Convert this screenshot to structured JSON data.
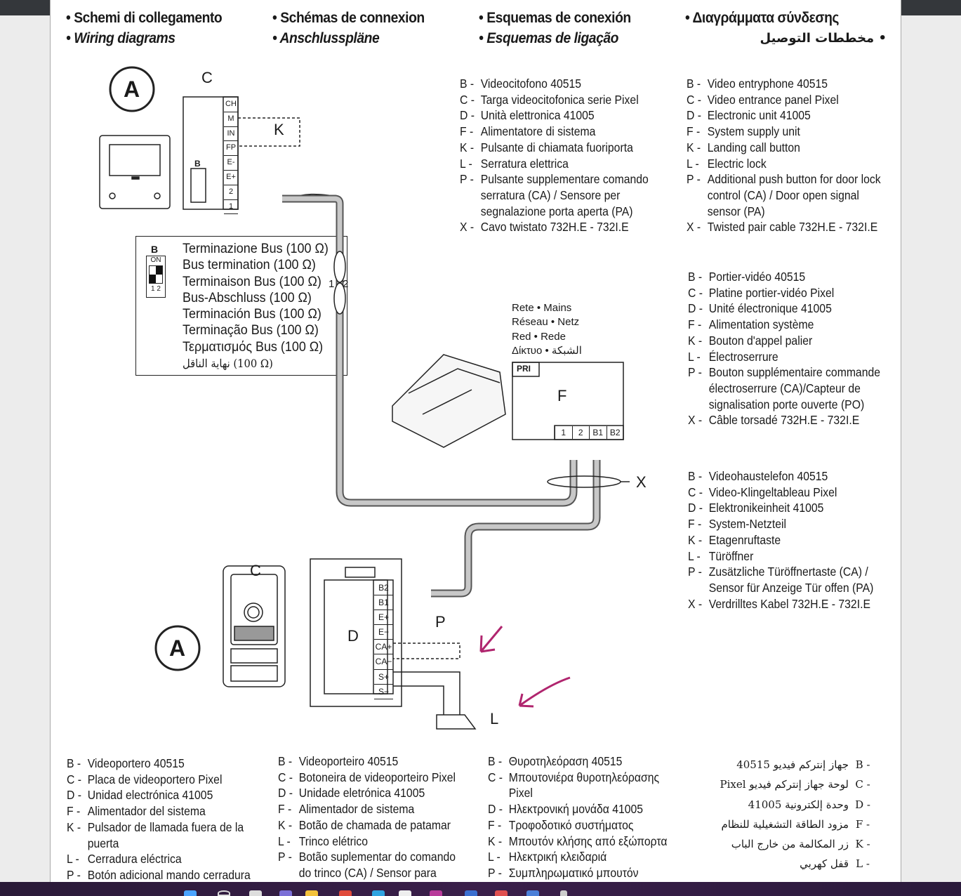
{
  "headers": [
    {
      "text": "Schemi di collegamento",
      "italic": false
    },
    {
      "text": "Schémas de connexion",
      "italic": false
    },
    {
      "text": "Esquemas de conexión",
      "italic": false
    },
    {
      "text": "Διαγράμματα σύνδεσης",
      "italic": false
    },
    {
      "text": "Wiring diagrams",
      "italic": true
    },
    {
      "text": "Anschlusspläne",
      "italic": true
    },
    {
      "text": "Esquemas de ligação",
      "italic": true
    },
    {
      "text": "مخططات التوصيل",
      "italic": true
    }
  ],
  "bullet": "•",
  "diagram": {
    "label_A": "A",
    "label_C": "C",
    "label_B": "B",
    "label_K": "K",
    "label_F": "F",
    "label_D": "D",
    "label_P": "P",
    "label_L": "L",
    "label_X": "X",
    "label_ON": "ON",
    "label_12": "1  2",
    "terminals_C": [
      "CH",
      "M",
      "IN",
      "FP",
      "E-",
      "E+",
      "2",
      "1"
    ],
    "terminals_F": [
      "1",
      "2",
      "B1",
      "B2"
    ],
    "terminal_PRI": "PRI",
    "terminals_D": [
      "B2",
      "B1",
      "E+",
      "E−",
      "CA+",
      "CA−",
      "S+",
      "S−"
    ],
    "cable_1": "1",
    "cable_2": "2",
    "mains": [
      "Rete • Mains",
      "Réseau • Netz",
      "Red • Rede",
      "Δίκτυο • الشبكة"
    ],
    "annotation_color": "#b0256e"
  },
  "bus_termination": {
    "label": "B",
    "on": "ON",
    "switch": "1 2",
    "lines": [
      "Terminazione Bus (100 Ω)",
      "Bus termination (100 Ω)",
      "Terminaison Bus (100 Ω)",
      "Bus-Abschluss (100 Ω)",
      "Terminación Bus (100 Ω)",
      "Terminação Bus (100 Ω)",
      "Τερματισμός Bus (100 Ω)",
      "نهاية الناقل (100 Ω)"
    ]
  },
  "legends": {
    "it": [
      [
        "B -",
        "Videocitofono 40515"
      ],
      [
        "C -",
        "Targa videocitofonica serie Pixel"
      ],
      [
        "D -",
        "Unità elettronica 41005"
      ],
      [
        "F -",
        "Alimentatore di sistema"
      ],
      [
        "K -",
        "Pulsante di chiamata fuoriporta"
      ],
      [
        "L -",
        "Serratura elettrica"
      ],
      [
        "P -",
        "Pulsante supplementare comando"
      ],
      [
        "",
        "serratura (CA) / Sensore per"
      ],
      [
        "",
        "segnalazione porta aperta (PA)"
      ],
      [
        "X -",
        "Cavo twistato 732H.E - 732I.E"
      ]
    ],
    "en": [
      [
        "B -",
        "Video entryphone 40515"
      ],
      [
        "C -",
        "Video entrance panel Pixel"
      ],
      [
        "D -",
        "Electronic unit 41005"
      ],
      [
        "F -",
        "System supply unit"
      ],
      [
        "K -",
        "Landing call button"
      ],
      [
        "L -",
        "Electric lock"
      ],
      [
        "P -",
        "Additional push button for door lock"
      ],
      [
        "",
        "control (CA) / Door open signal"
      ],
      [
        "",
        "sensor (PA)"
      ],
      [
        "X -",
        "Twisted pair cable 732H.E - 732I.E"
      ]
    ],
    "fr": [
      [
        "B -",
        "Portier-vidéo 40515"
      ],
      [
        "C -",
        "Platine portier-vidéo Pixel"
      ],
      [
        "D -",
        "Unité électronique 41005"
      ],
      [
        "F -",
        "Alimentation système"
      ],
      [
        "K -",
        "Bouton d'appel palier"
      ],
      [
        "L -",
        "Électroserrure"
      ],
      [
        "P -",
        "Bouton supplémentaire commande"
      ],
      [
        "",
        "électroserrure (CA)/Capteur de"
      ],
      [
        "",
        "signalisation porte ouverte (PO)"
      ],
      [
        "X -",
        "Câble torsadé 732H.E - 732I.E"
      ]
    ],
    "de": [
      [
        "B -",
        "Videohaustelefon 40515"
      ],
      [
        "C -",
        "Video-Klingeltableau Pixel"
      ],
      [
        "D -",
        "Elektronikeinheit 41005"
      ],
      [
        "F -",
        "System-Netzteil"
      ],
      [
        "K -",
        "Etagenruftaste"
      ],
      [
        "L -",
        "Türöffner"
      ],
      [
        "P -",
        "Zusätzliche Türöffnertaste (CA) /"
      ],
      [
        "",
        "Sensor für Anzeige Tür offen (PA)"
      ],
      [
        "X -",
        "Verdrilltes Kabel 732H.E - 732I.E"
      ]
    ],
    "es": [
      [
        "B -",
        "Videoportero 40515"
      ],
      [
        "C -",
        "Placa de videoportero Pixel"
      ],
      [
        "D -",
        "Unidad electrónica 41005"
      ],
      [
        "F -",
        "Alimentador del sistema"
      ],
      [
        "K -",
        "Pulsador de llamada fuera de la"
      ],
      [
        "",
        "puerta"
      ],
      [
        "L -",
        "Cerradura eléctrica"
      ],
      [
        "P -",
        "Botón adicional mando cerradura"
      ]
    ],
    "pt": [
      [
        "B -",
        "Videoporteiro 40515"
      ],
      [
        "C -",
        "Botoneira de videoporteiro Pixel"
      ],
      [
        "D -",
        "Unidade eletrónica 41005"
      ],
      [
        "F -",
        "Alimentador de sistema"
      ],
      [
        "K -",
        "Botão de chamada de patamar"
      ],
      [
        "L -",
        "Trinco elétrico"
      ],
      [
        "P -",
        "Botão suplementar do comando"
      ],
      [
        "",
        "do trinco (CA) / Sensor para"
      ]
    ],
    "el": [
      [
        "B -",
        "Θυροτηλεόραση 40515"
      ],
      [
        "C -",
        "Μπουτονιέρα θυροτηλεόρασης"
      ],
      [
        "",
        "Pixel"
      ],
      [
        "D -",
        "Ηλεκτρονική μονάδα 41005"
      ],
      [
        "F -",
        "Τροφοδοτικό συστήματος"
      ],
      [
        "K -",
        "Μπουτόν κλήσης από εξώπορτα"
      ],
      [
        "L -",
        "Ηλεκτρική κλειδαριά"
      ],
      [
        "P -",
        "Συμπληρωματικό μπουτόν"
      ]
    ],
    "ar": [
      [
        "- B",
        "جهاز إنتركم فيديو 40515"
      ],
      [
        "- C",
        "لوحة جهاز إنتركم فيديو Pixel"
      ],
      [
        "- D",
        "وحدة إلكترونية 41005"
      ],
      [
        "- F",
        "مزود الطاقة التشغيلية للنظام"
      ],
      [
        "- K",
        "زر المكالمة من خارج الباب"
      ],
      [
        "- L",
        "قفل كهربي"
      ]
    ]
  }
}
